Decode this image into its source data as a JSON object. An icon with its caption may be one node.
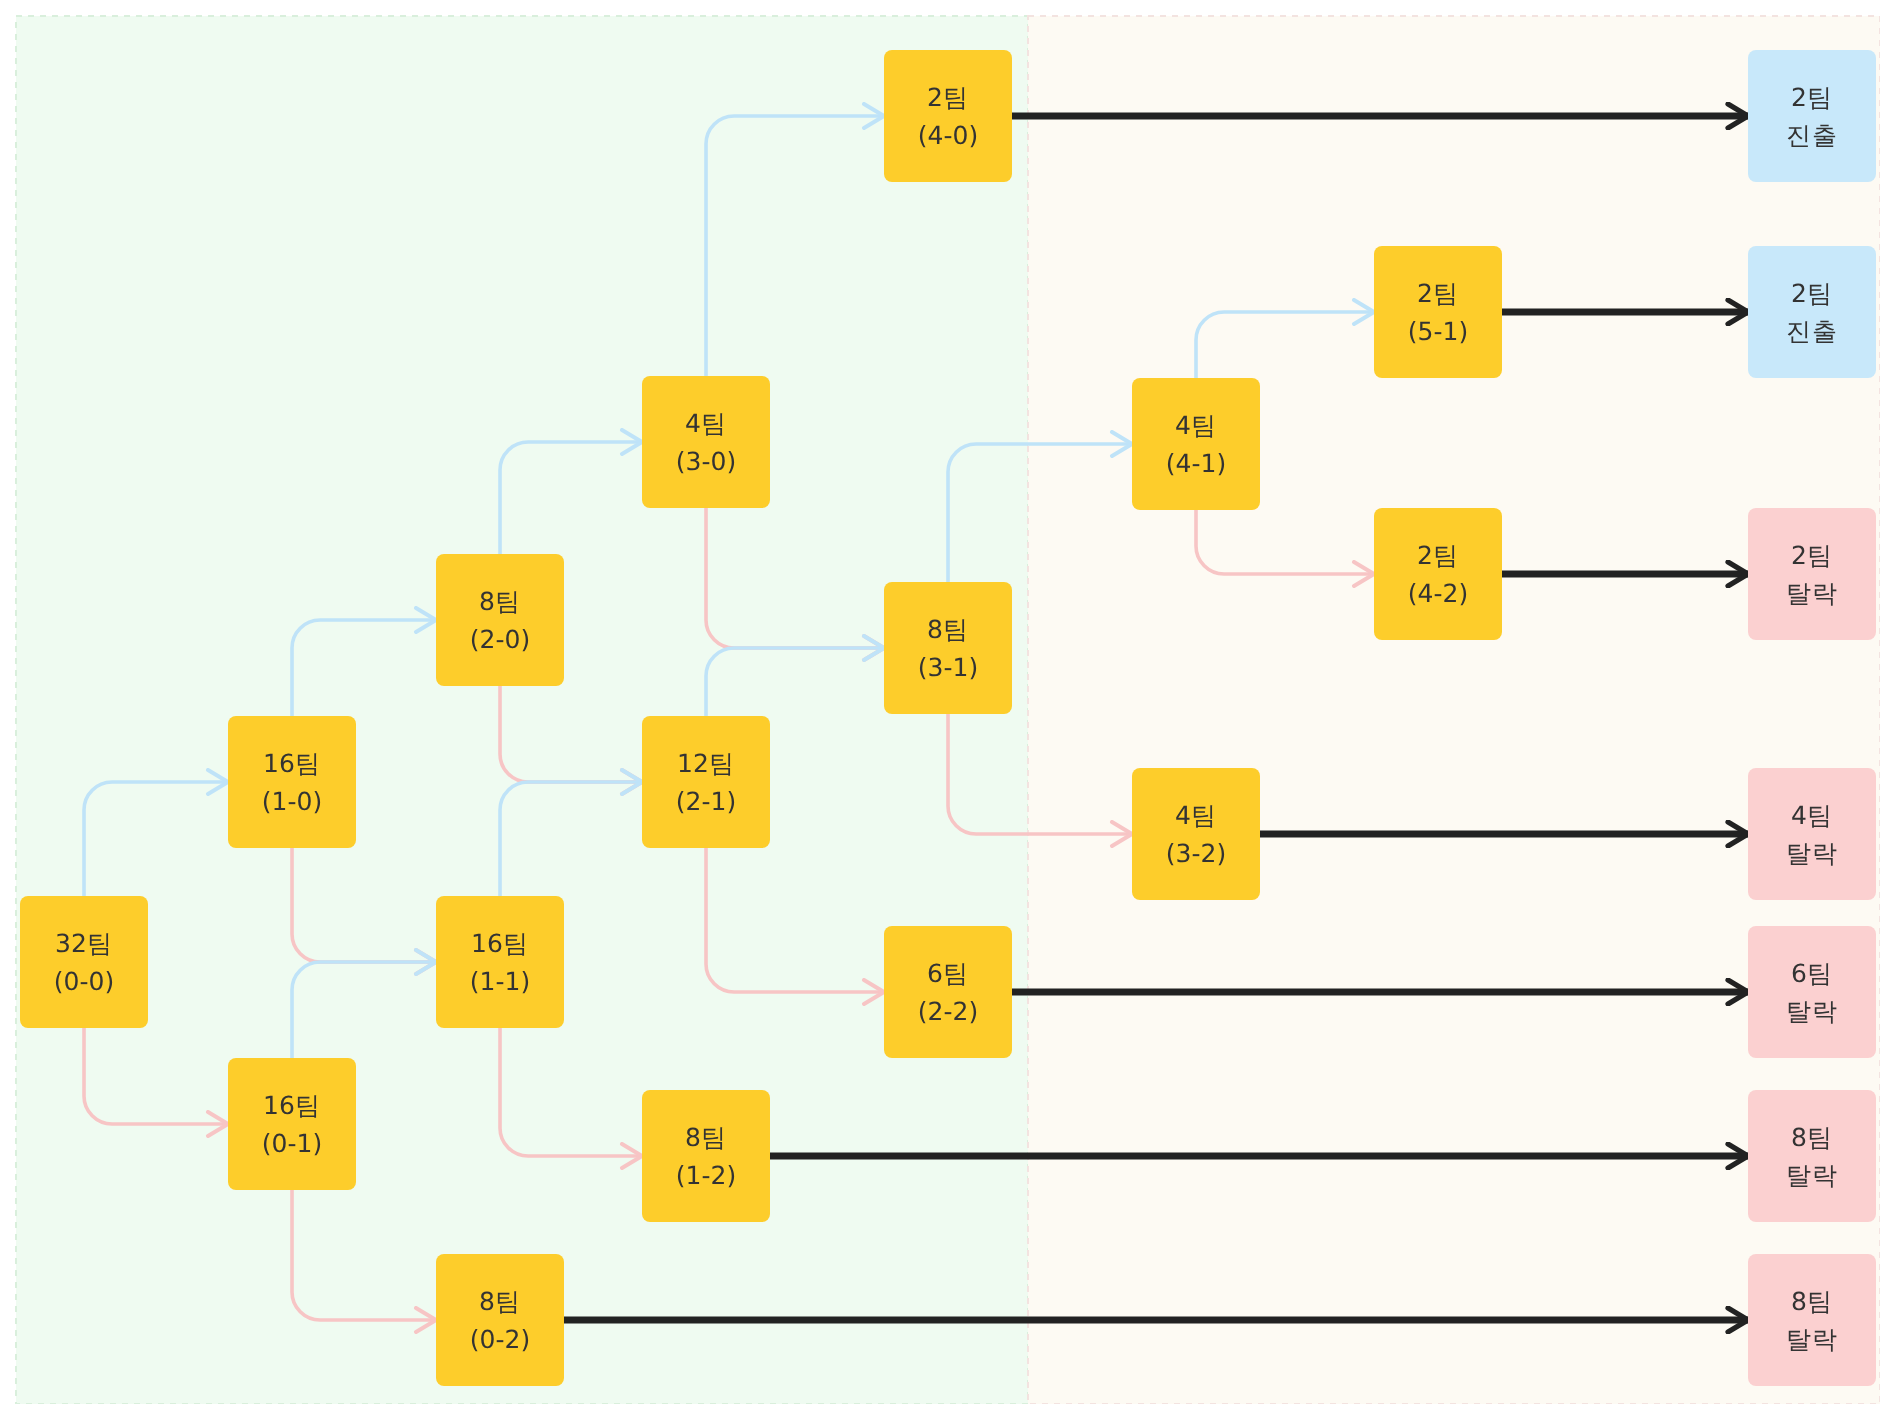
{
  "diagram": {
    "nodes": [
      {
        "text": [
          "32팀 (0-0)"
        ]
      },
      {
        "text": [
          "16팀 (1-0)"
        ]
      },
      {
        "text": [
          "16팀 (0-1)"
        ]
      },
      {
        "text": [
          "8팀 (2-0)"
        ]
      },
      {
        "text": [
          "16팀 (1-1)"
        ]
      },
      {
        "text": [
          "8팀 (0-2)"
        ]
      },
      {
        "text": [
          "4팀 (3-0)"
        ]
      },
      {
        "text": [
          "12팀 (2-1)"
        ]
      },
      {
        "text": [
          "8팀 (1-2)"
        ]
      },
      {
        "text": [
          "2팀 (4-0)"
        ]
      },
      {
        "text": [
          "8팀 (3-1)"
        ]
      },
      {
        "text": [
          "6팀 (2-2)"
        ]
      },
      {
        "text": [
          "4팀 (4-1)"
        ]
      },
      {
        "text": [
          "4팀 (3-2)"
        ]
      },
      {
        "text": [
          "2팀 (5-1)"
        ]
      },
      {
        "text": [
          "2팀 (4-2)"
        ]
      },
      {
        "text": [
          "2팀 진출"
        ]
      },
      {
        "text": [
          "2팀 진출"
        ]
      },
      {
        "text": [
          "2팀 탈락"
        ]
      },
      {
        "text": [
          "4팀 탈락"
        ]
      },
      {
        "text": [
          "6팀 탈락"
        ]
      },
      {
        "text": [
          "8팀 탈락"
        ]
      },
      {
        "text": [
          "8팀 탈락"
        ]
      }
    ],
    "edges": [
      {
        "from": 0,
        "to": 1,
        "arrow": "to",
        "color": "#bfe3f8"
      },
      {
        "from": 0,
        "to": 2,
        "arrow": "to",
        "color": "#f7c5c5"
      },
      {
        "from": 1,
        "to": 3,
        "arrow": "to",
        "color": "#bfe3f8"
      },
      {
        "from": 1,
        "to": 4,
        "arrow": "to",
        "color": "#f7c5c5"
      },
      {
        "from": 2,
        "to": 4,
        "arrow": "to",
        "color": "#bfe3f8"
      },
      {
        "from": 2,
        "to": 5,
        "arrow": "to",
        "color": "#f7c5c5"
      },
      {
        "from": 3,
        "to": 6,
        "arrow": "to",
        "color": "#bfe3f8"
      },
      {
        "from": 3,
        "to": 7,
        "arrow": "to",
        "color": "#f7c5c5"
      },
      {
        "from": 4,
        "to": 7,
        "arrow": "to",
        "color": "#bfe3f8"
      },
      {
        "from": 4,
        "to": 8,
        "arrow": "to",
        "color": "#f7c5c5"
      },
      {
        "from": 6,
        "to": 9,
        "arrow": "to",
        "color": "#bfe3f8"
      },
      {
        "from": 6,
        "to": 10,
        "arrow": "to",
        "color": "#f7c5c5"
      },
      {
        "from": 7,
        "to": 10,
        "arrow": "to",
        "color": "#bfe3f8"
      },
      {
        "from": 7,
        "to": 11,
        "arrow": "to",
        "color": "#f7c5c5"
      },
      {
        "from": 10,
        "to": 12,
        "arrow": "to",
        "color": "#bfe3f8"
      },
      {
        "from": 10,
        "to": 13,
        "arrow": "to",
        "color": "#f7c5c5"
      },
      {
        "from": 12,
        "to": 14,
        "arrow": "to",
        "color": "#bfe3f8"
      },
      {
        "from": 12,
        "to": 15,
        "arrow": "to",
        "color": "#f7c5c5"
      },
      {
        "from": 9,
        "to": 16,
        "arrow": "to",
        "style": "thick",
        "color": "#222222"
      },
      {
        "from": 14,
        "to": 17,
        "arrow": "to",
        "style": "thick",
        "color": "#222222"
      },
      {
        "from": 15,
        "to": 18,
        "arrow": "to",
        "style": "thick",
        "color": "#222222"
      },
      {
        "from": 13,
        "to": 19,
        "arrow": "to",
        "style": "thick",
        "color": "#222222"
      },
      {
        "from": 11,
        "to": 20,
        "arrow": "to",
        "style": "thick",
        "color": "#222222"
      },
      {
        "from": 8,
        "to": 21,
        "arrow": "to",
        "style": "thick",
        "color": "#222222"
      },
      {
        "from": 5,
        "to": 22,
        "arrow": "to",
        "style": "thick",
        "color": "#222222"
      }
    ]
  }
}
